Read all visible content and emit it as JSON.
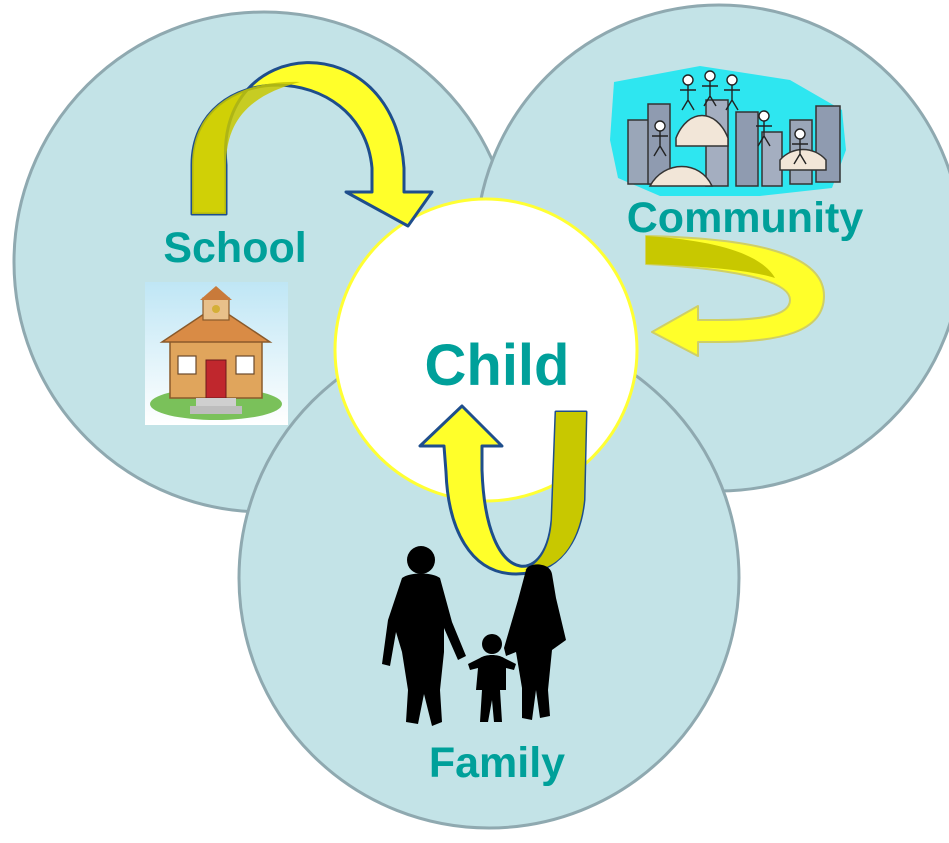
{
  "labels": {
    "school": "School",
    "community": "Community",
    "child": "Child",
    "family": "Family"
  },
  "colors": {
    "circle_fill": "#c3e3e7",
    "circle_stroke": "#8fa9b0",
    "child_fill": "#ffffff",
    "child_stroke": "#ffff33",
    "label_text": "#00a09a",
    "arrow_fill": "#ffff2a",
    "arrow_shade": "#c8c800",
    "arrow_stroke": "#1f4e8c",
    "silhouette": "#000000"
  },
  "icons": [
    "schoolhouse-icon",
    "city-community-icon",
    "family-silhouette-icon"
  ]
}
